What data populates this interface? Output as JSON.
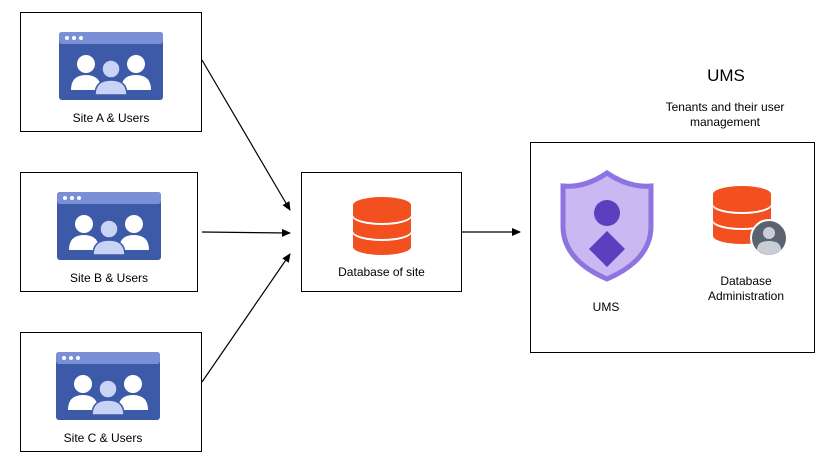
{
  "sites": [
    {
      "label": "Site A & Users"
    },
    {
      "label": "Site B & Users"
    },
    {
      "label": "Site C & Users"
    }
  ],
  "database": {
    "label": "Database of site"
  },
  "ums_group": {
    "title": "UMS",
    "subtitle": "Tenants and their user management",
    "ums_label": "UMS",
    "db_admin_label": "Database Administration"
  },
  "colors": {
    "browser_blue": "#3D5AA8",
    "browser_bar": "#7A8FD6",
    "user_light": "#C8D3F5",
    "db_orange": "#F2501E",
    "shield_fill": "#C9B8F2",
    "shield_stroke": "#8E74E0",
    "person_dark": "#5A3FBF",
    "admin_gray": "#5B6270"
  }
}
